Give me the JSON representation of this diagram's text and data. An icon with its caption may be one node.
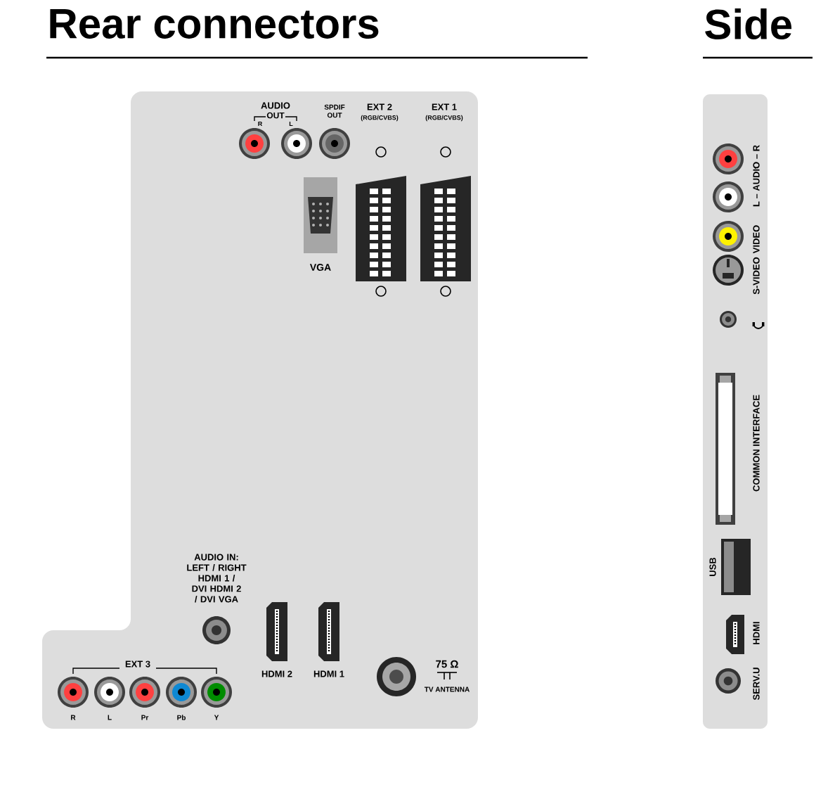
{
  "diagram": {
    "labels": [
      "Rear connectors",
      "Side",
      "AUDIO",
      "OUT",
      "R",
      "L",
      "SPDIF OUT",
      "EXT 2",
      "(RGB/CVBS)",
      "EXT 1",
      "(RGB/CVBS)",
      "VGA",
      "AUDIO IN: LEFT / RIGHT HDMI 1 / DVI HDMI 2 / DVI VGA",
      "HDMI 2",
      "HDMI 1",
      "75 Ω",
      "TV ANTENNA",
      "EXT 3",
      "R",
      "L",
      "Pr",
      "Pb",
      "Y",
      "L – AUDIO – R",
      "VIDEO",
      "S-VIDEO",
      "COMMON INTERFACE",
      "USB",
      "HDMI",
      "SERV.U"
    ]
  }
}
